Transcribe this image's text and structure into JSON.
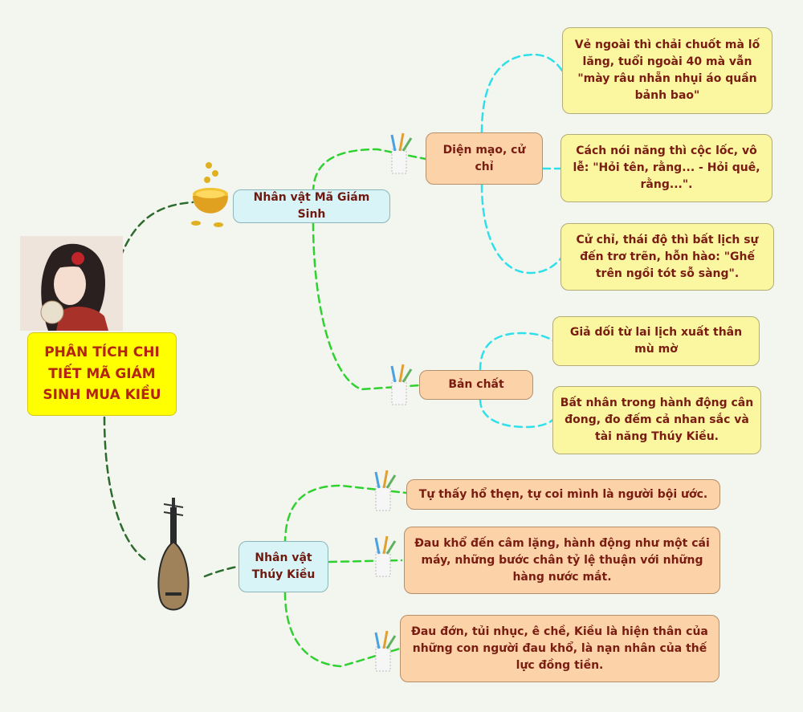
{
  "central": "PHÂN TÍCH CHI TIẾT MÃ GIÁM SINH MUA KIỀU",
  "branches": {
    "ma_giam_sinh": "Nhân vật Mã Giám Sinh",
    "thuy_kieu": "Nhân vật Thúy Kiều"
  },
  "sub_topics": {
    "dien_mao": "Diện mạo, cử chỉ",
    "ban_chat": "Bản chất"
  },
  "leaves": {
    "dien_mao_1": "Vẻ ngoài thì chải chuốt mà lố lăng,  tuổi ngoài 40 mà vẫn \"mày râu nhẵn nhụi áo quần bảnh bao\"",
    "dien_mao_2": "Cách nói năng thì cộc lốc, vô lễ: \"Hỏi tên, rằng... - Hỏi quê, rằng...\".",
    "dien_mao_3": "Cử chỉ, thái độ thì bất lịch sự đến trơ trẽn, hỗn hào: \"Ghế trên ngồi tót sỗ sàng\".",
    "ban_chat_1": "Giả dối từ lai lịch xuất thân mù mờ",
    "ban_chat_2": "Bất nhân trong hành động cân đong, đo đếm cả nhan sắc và tài năng Thúy Kiều.",
    "kieu_1": "Tự thấy hổ thẹn, tự coi mình là người bội ước.",
    "kieu_2": "Đau khổ đến câm lặng, hành động như một cái máy, những bước chân tỷ lệ thuận với những hàng nước mắt.",
    "kieu_3": "Đau đớn, tủi nhục, ê chề, Kiều là hiện thân của những con người đau khổ, là nạn nhân của thế lực đồng tiền."
  },
  "colors": {
    "central_bg": "#ffff00",
    "branch_bg": "#d9f4f6",
    "sub_bg": "#fcd3a8",
    "leaf_yellow_bg": "#fbf7a1",
    "leaf_orange_bg": "#fcd3a8",
    "edge_green": "#2fd12f",
    "edge_cyan": "#2ee0ea",
    "edge_dark": "#2c6b2c",
    "text": "#7a1c12"
  },
  "icons": [
    "girl-portrait-image",
    "gold-pot-icon",
    "pipa-lute-icon",
    "pencil-cup-icon"
  ]
}
